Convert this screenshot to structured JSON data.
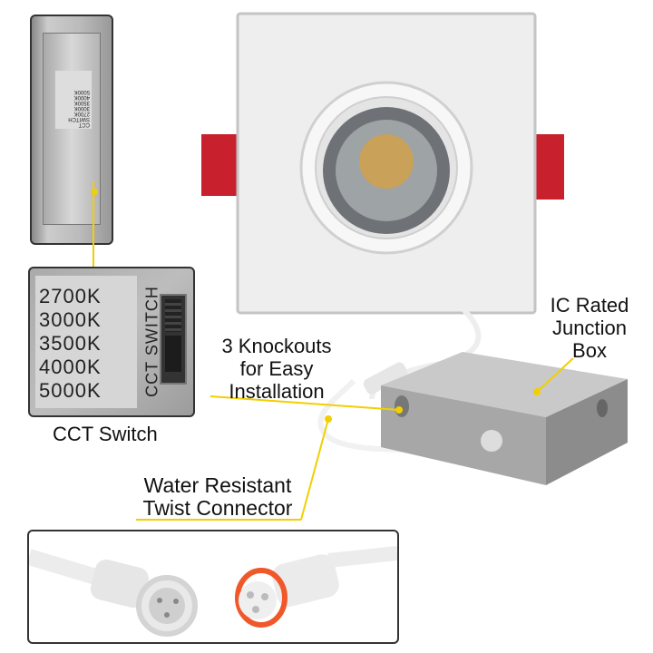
{
  "labels": {
    "cct_switch_caption": "CCT Switch",
    "knockouts": [
      "3 Knockouts",
      "for Easy",
      "Installation"
    ],
    "junction_box": [
      "IC Rated",
      "Junction",
      "Box"
    ],
    "connector": [
      "Water Resistant",
      "Twist Connector"
    ]
  },
  "cct_panel": {
    "temperatures": [
      "2700K",
      "3000K",
      "3500K",
      "4000K",
      "5000K"
    ],
    "switch_label": "CCT SWITCH"
  },
  "top_switch_photo": {
    "switch_label": "CCT SWITCH",
    "temperatures": [
      "2700K",
      "3000K",
      "3500K",
      "4000K",
      "5000K"
    ]
  },
  "colors": {
    "leader_line": "#f2cf00",
    "clip_red": "#c8202c",
    "connector_ring": "#f0582a"
  }
}
